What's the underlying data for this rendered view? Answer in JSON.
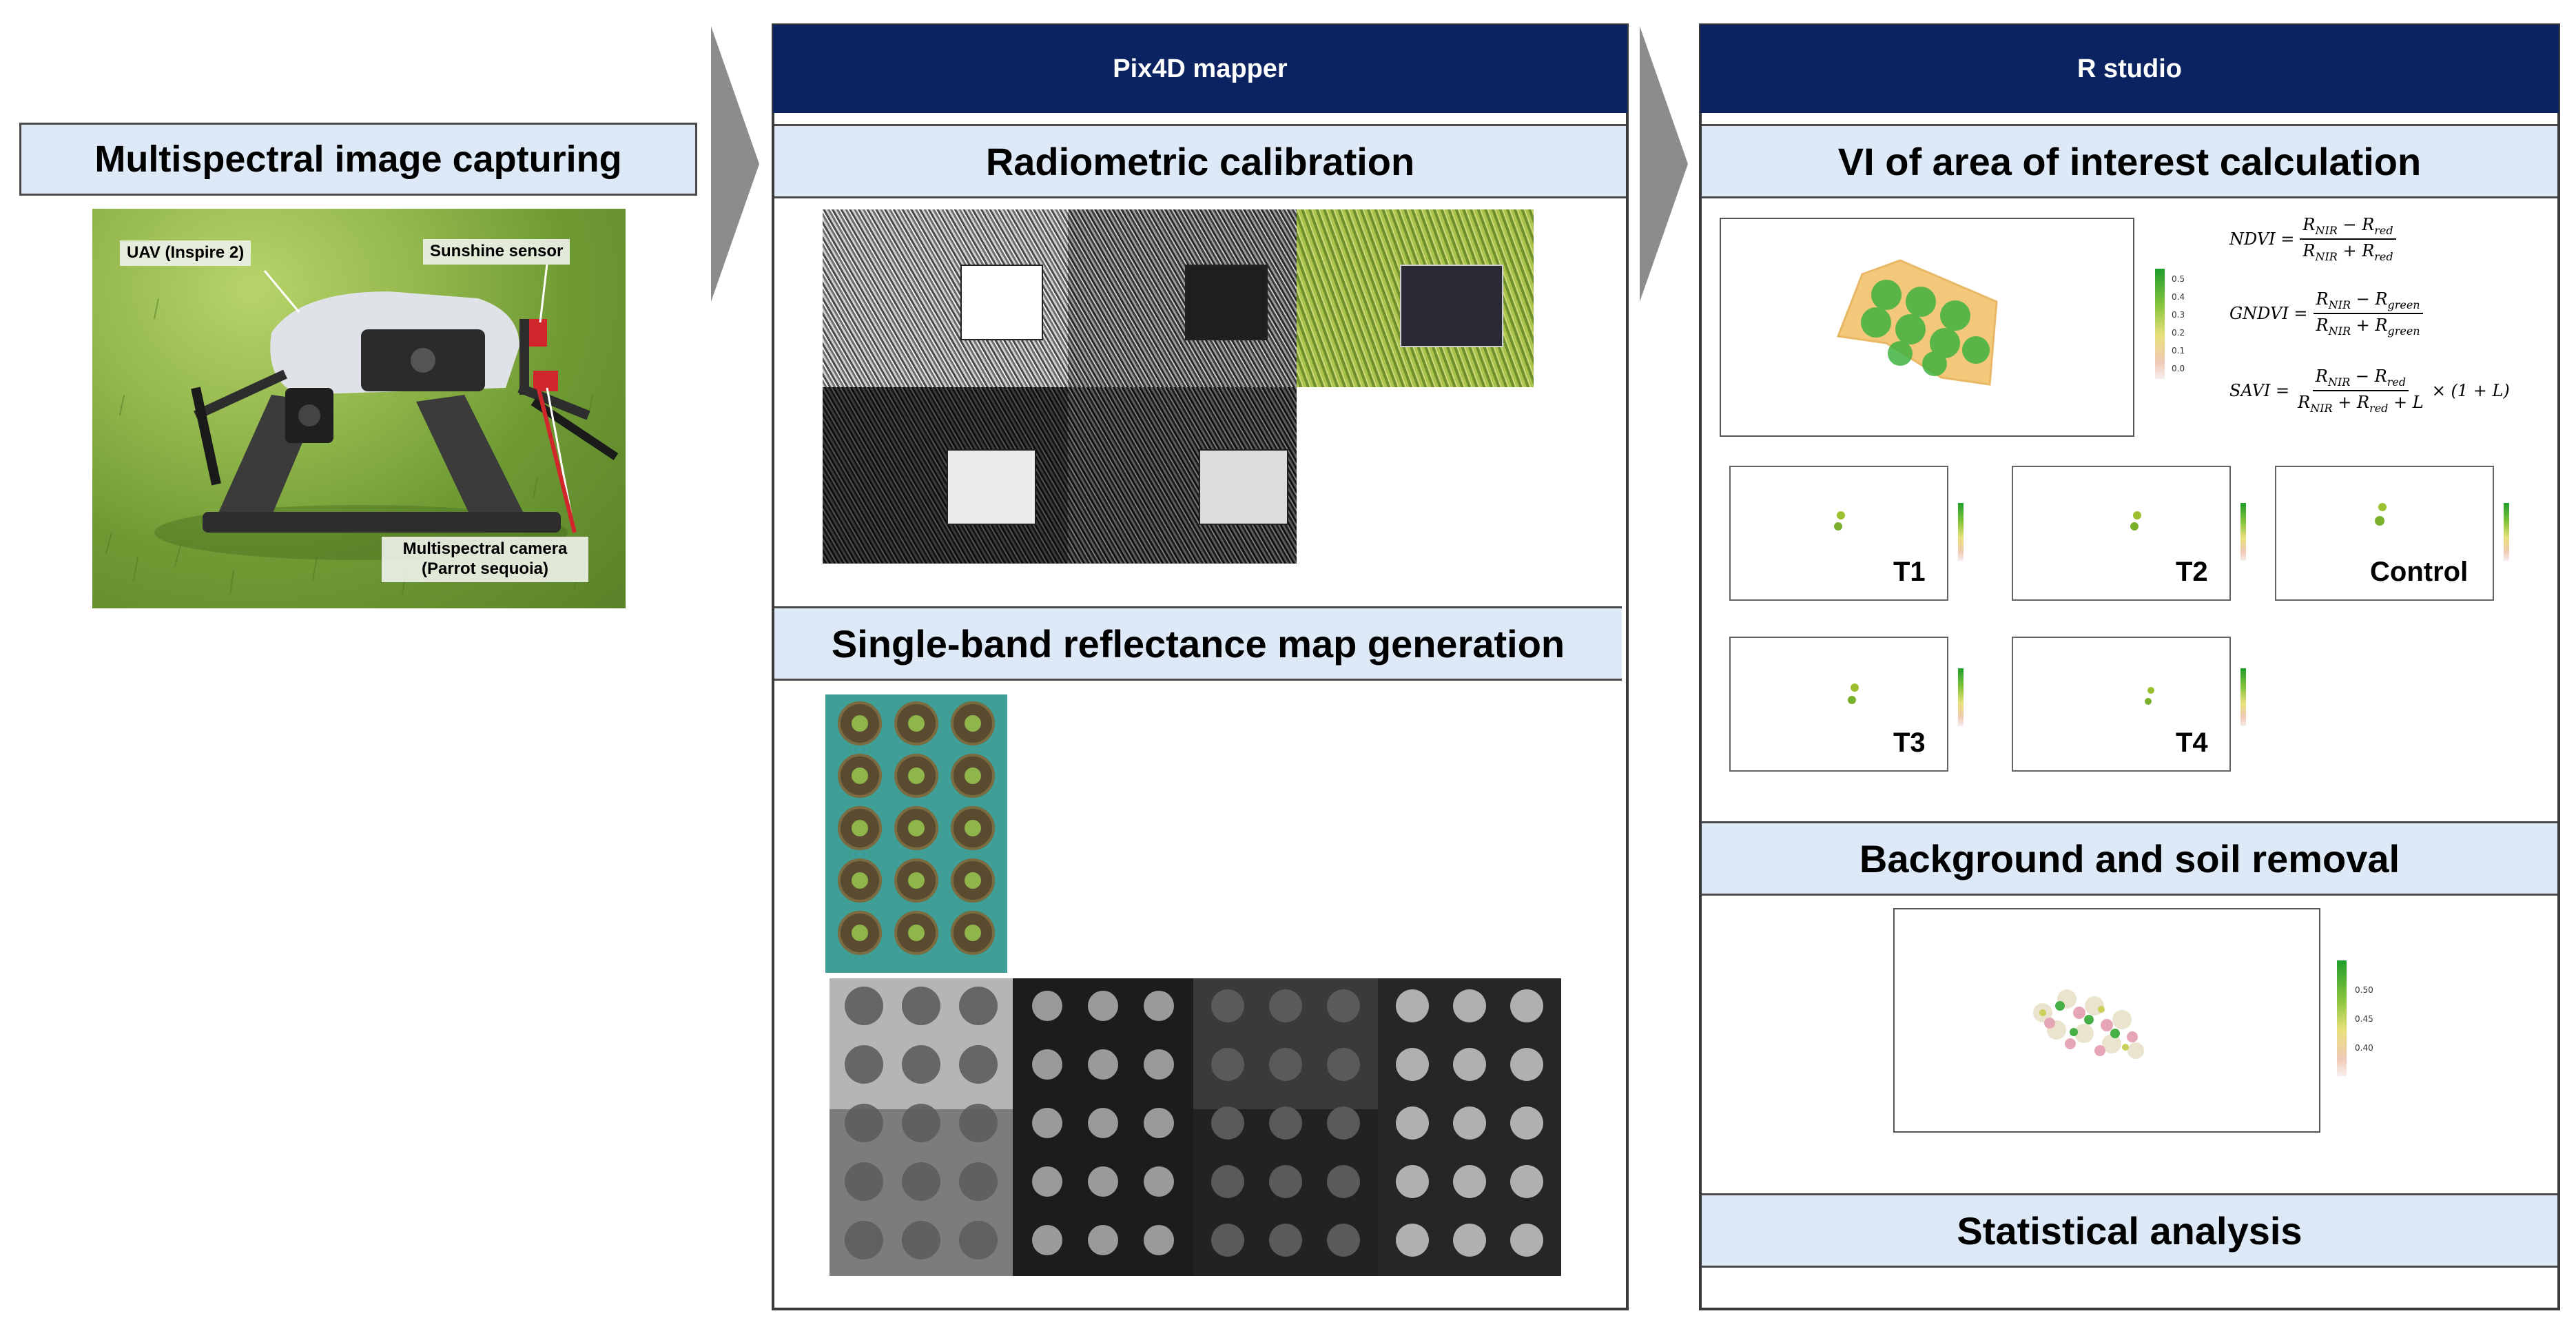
{
  "left": {
    "title": "Multispectral image capturing",
    "callouts": {
      "uav": "UAV (Inspire 2)",
      "sunshine": "Sunshine sensor",
      "camera_line1": "Multispectral camera",
      "camera_line2": "(Parrot sequoia)"
    }
  },
  "middle": {
    "header": "Pix4D mapper",
    "section1": "Radiometric calibration",
    "section2": "Single-band reflectance map generation"
  },
  "right": {
    "header": "R studio",
    "section1": "VI of area of interest calculation",
    "section2": "Background and soil removal",
    "section3": "Statistical analysis",
    "plot_labels": [
      "T1",
      "T2",
      "Control",
      "T3",
      "T4"
    ],
    "main_legend_ticks": [
      "0.5",
      "0.4",
      "0.3",
      "0.2",
      "0.1",
      "0.0"
    ],
    "removal_legend_ticks": [
      "0.50",
      "0.45",
      "0.40"
    ],
    "formulas": {
      "ndvi": {
        "lhs": "NDVI =",
        "num_a": "R",
        "num_a_sub": "NIR",
        "num_op": " − ",
        "num_b": "R",
        "num_b_sub": "red",
        "den_a": "R",
        "den_a_sub": "NIR",
        "den_op": " + ",
        "den_b": "R",
        "den_b_sub": "red"
      },
      "gndvi": {
        "lhs": "GNDVI =",
        "num_a": "R",
        "num_a_sub": "NIR",
        "num_op": " − ",
        "num_b": "R",
        "num_b_sub": "green",
        "den_a": "R",
        "den_a_sub": "NIR",
        "den_op": " + ",
        "den_b": "R",
        "den_b_sub": "green"
      },
      "savi": {
        "lhs": "SAVI =",
        "num_a": "R",
        "num_a_sub": "NIR",
        "num_op": " − ",
        "num_b": "R",
        "num_b_sub": "red",
        "den_a": "R",
        "den_a_sub": "NIR",
        "den_op": " + ",
        "den_b": "R",
        "den_b_sub": "red",
        "den_tail": " + L",
        "rhs": "× (1 + L)"
      }
    }
  },
  "colors": {
    "header_navy": "#0b2360",
    "section_fill": "#dde9f6",
    "arrow_gray": "#8c8c8c"
  }
}
